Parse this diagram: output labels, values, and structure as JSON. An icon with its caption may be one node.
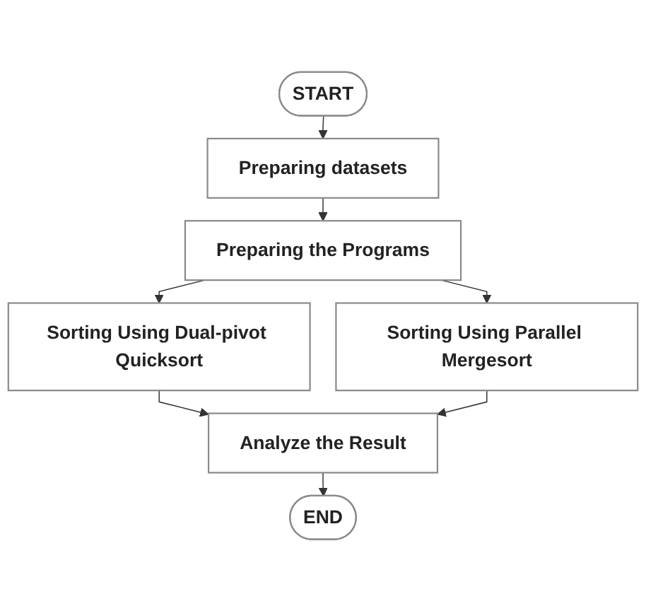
{
  "diagram": {
    "nodes": [
      {
        "text": [
          "START"
        ]
      },
      {
        "text": [
          "Preparing datasets"
        ]
      },
      {
        "text": [
          "Preparing the Programs"
        ]
      },
      {
        "text": [
          "Sorting Using Dual-pivot Quicksort"
        ]
      },
      {
        "text": [
          "Sorting Using Parallel Mergesort"
        ]
      },
      {
        "text": [
          "Analyze the Result"
        ]
      },
      {
        "text": [
          "END"
        ]
      }
    ],
    "edges": [
      {
        "from": 0,
        "to": 1,
        "arrow": "to"
      },
      {
        "from": 1,
        "to": 2,
        "arrow": "to"
      },
      {
        "from": 2,
        "to": 3,
        "arrow": "to"
      },
      {
        "from": 2,
        "to": 4,
        "arrow": "to"
      },
      {
        "from": 3,
        "to": 5,
        "arrow": "to"
      },
      {
        "from": 4,
        "to": 5,
        "arrow": "to"
      },
      {
        "from": 5,
        "to": 6,
        "arrow": "to"
      }
    ]
  }
}
